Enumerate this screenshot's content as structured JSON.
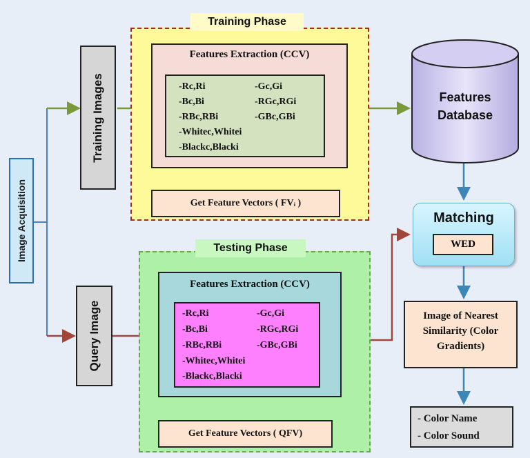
{
  "acquisition": {
    "label": "Image Acquisition"
  },
  "training": {
    "phase_label": "Training Phase",
    "images_label": "Training Images",
    "extraction_title": "Features Extraction (CCV)",
    "features": [
      [
        "-Rc,Ri",
        "-Gc,Gi"
      ],
      [
        "-Bc,Bi",
        "-RGc,RGi"
      ],
      [
        "-RBc,RBi",
        "-GBc,GBi"
      ],
      [
        "-Whitec,Whitei",
        ""
      ],
      [
        "-Blackc,Blacki",
        ""
      ]
    ],
    "vectors_label": "Get Feature Vectors ( FVᵢ )"
  },
  "testing": {
    "phase_label": "Testing Phase",
    "images_label": "Query Image",
    "extraction_title": "Features Extraction (CCV)",
    "features": [
      [
        "-Rc,Ri",
        "-Gc,Gi"
      ],
      [
        "-Bc,Bi",
        "-RGc,RGi"
      ],
      [
        "-RBc,RBi",
        "-GBc,GBi"
      ],
      [
        "-Whitec,Whitei",
        ""
      ],
      [
        "-Blackc,Blacki",
        ""
      ]
    ],
    "vectors_label": "Get Feature Vectors ( QFV)"
  },
  "database": {
    "line1": "Features",
    "line2": "Database"
  },
  "matching": {
    "title": "Matching",
    "method": "WED"
  },
  "nearest": {
    "line1": "Image of Nearest",
    "line2": "Similarity (Color",
    "line3": "Gradients)"
  },
  "outputs": [
    "- Color Name",
    "- Color Sound"
  ],
  "colors": {
    "green_arrow": "#7a9a3a",
    "red_arrow": "#a0453a",
    "blue_arrow": "#3d86b8",
    "acq_line": "#4a7fc0"
  }
}
